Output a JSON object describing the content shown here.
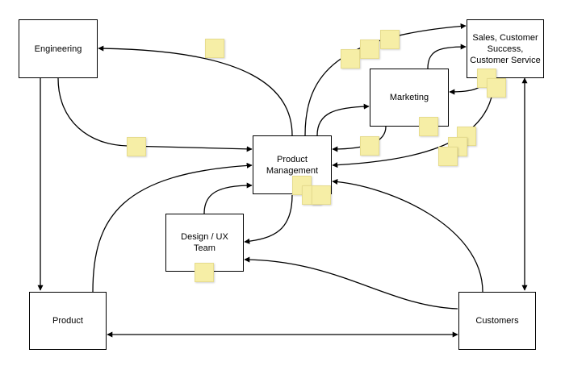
{
  "diagram": {
    "nodes": {
      "engineering": "Engineering",
      "product_management": "Product\nManagement",
      "marketing": "Marketing",
      "sales": "Sales, Customer\nSuccess,\nCustomer Service",
      "design": "Design / UX\nTeam",
      "product": "Product",
      "customers": "Customers"
    },
    "colors": {
      "line": "#000000",
      "node_border": "#000000",
      "sticky_note": "#f6eea6"
    }
  }
}
